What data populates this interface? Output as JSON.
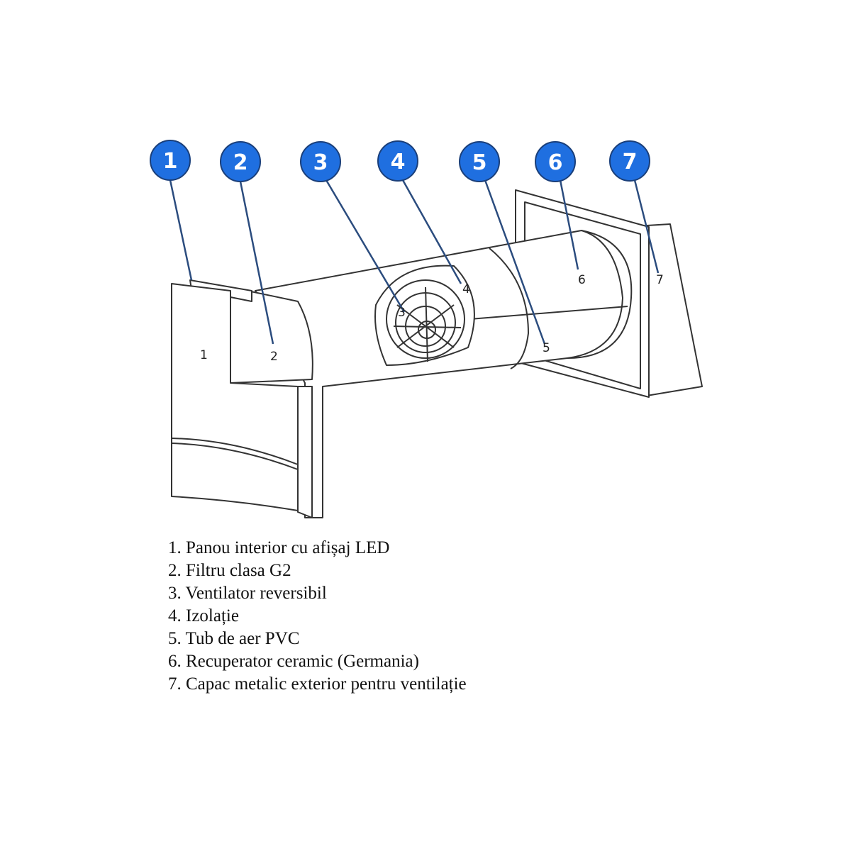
{
  "markers": [
    "1",
    "2",
    "3",
    "4",
    "5",
    "6",
    "7"
  ],
  "legend": [
    "1. Panou interior cu afișaj LED",
    "2. Filtru clasa G2",
    "3. Ventilator reversibil",
    "4. Izolație",
    "5. Tub de aer PVC",
    "6. Recuperator ceramic (Germania)",
    "7. Capac metalic exterior pentru ventilație"
  ],
  "colors": {
    "marker": "#1f6fe0",
    "marker_outline": "#1a3f7a",
    "line": "#333333"
  }
}
